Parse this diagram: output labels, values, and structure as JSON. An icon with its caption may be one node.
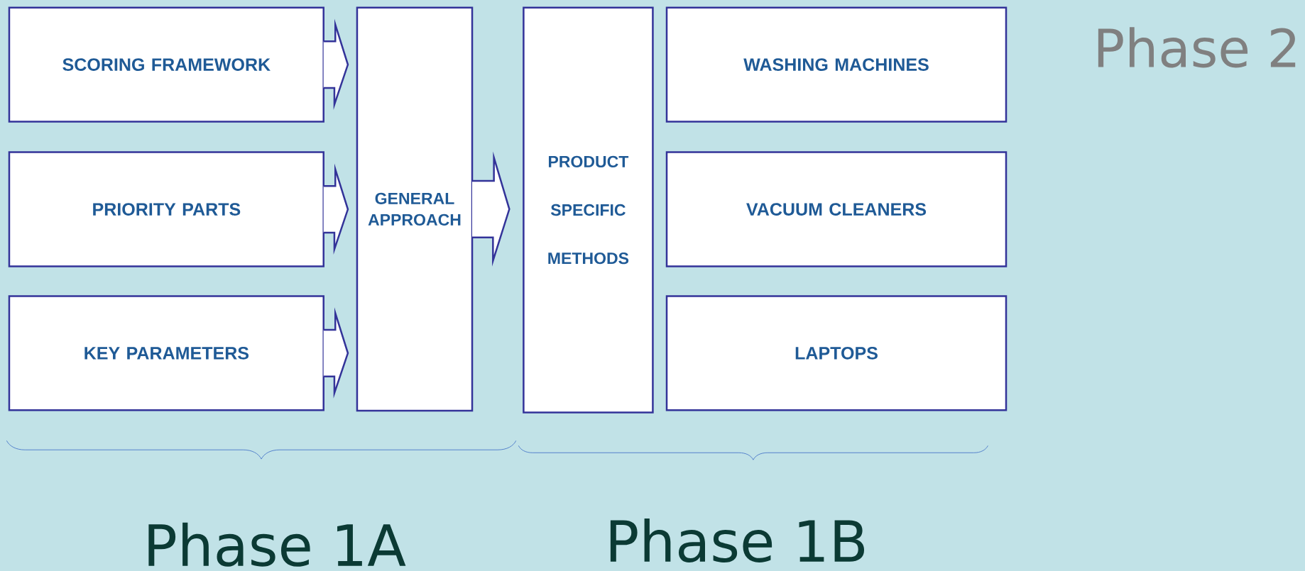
{
  "diagram": {
    "nodes": [
      {
        "text": [
          "SCORING FRAMEWORK"
        ]
      },
      {
        "text": [
          "PRIORITY PARTS"
        ]
      },
      {
        "text": [
          "KEY PARAMETERS"
        ]
      },
      {
        "text": [
          "GENERAL APPROACH"
        ]
      },
      {
        "text": [
          "PRODUCT SPECIFIC METHODS"
        ]
      },
      {
        "text": [
          "WASHING MACHINES"
        ]
      },
      {
        "text": [
          "VACUUM CLEANERS"
        ]
      },
      {
        "text": [
          "LAPTOPS"
        ]
      }
    ],
    "edges": [
      {
        "from": 0,
        "to": 3,
        "arrow": "to"
      },
      {
        "from": 1,
        "to": 3,
        "arrow": "to"
      },
      {
        "from": 2,
        "to": 3,
        "arrow": "to"
      },
      {
        "from": 3,
        "to": 4,
        "arrow": "to"
      }
    ],
    "labels": [
      "Phase 2",
      "Phase 1A",
      "Phase 1B"
    ]
  }
}
